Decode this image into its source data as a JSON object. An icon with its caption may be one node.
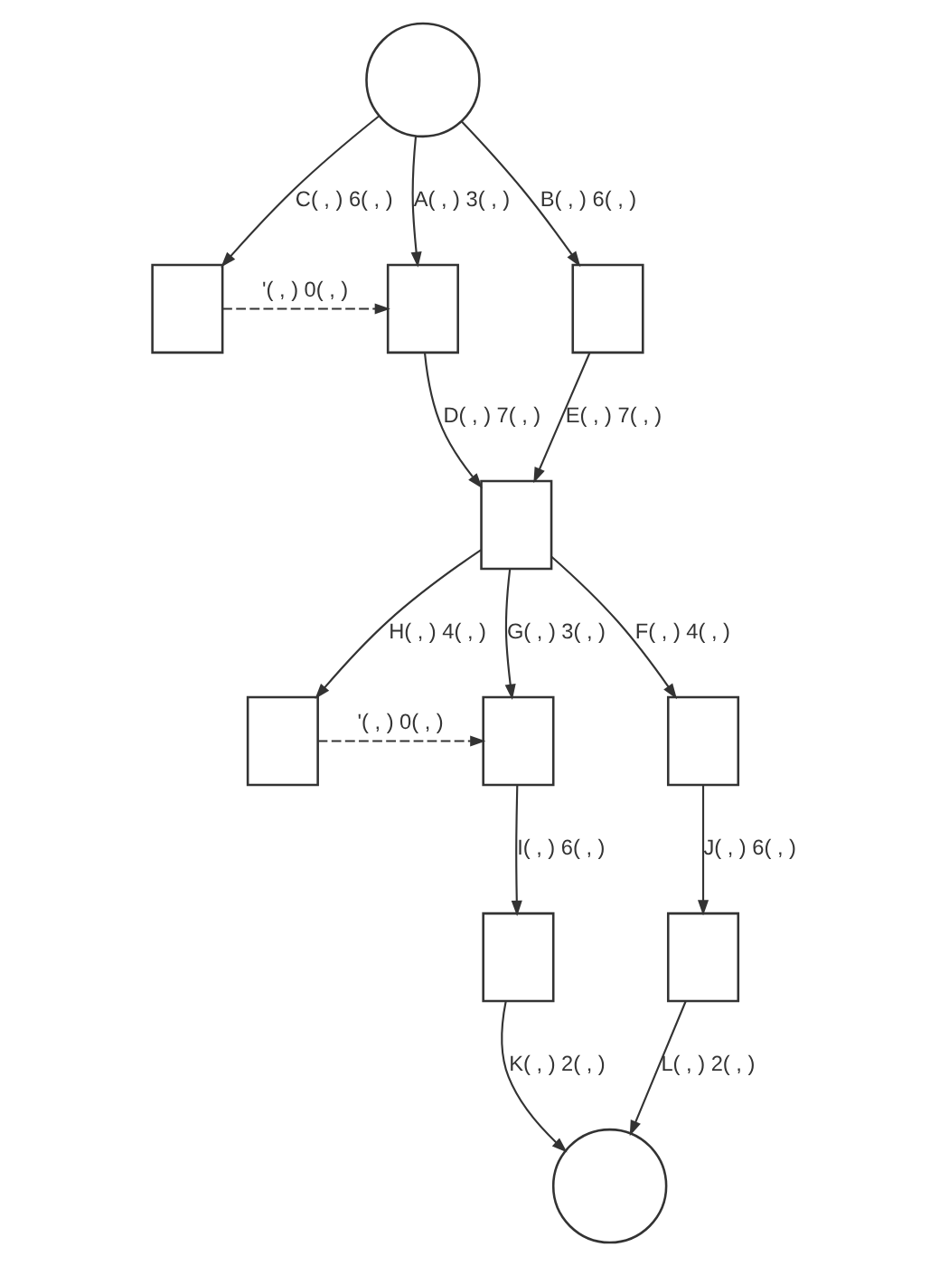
{
  "diagram": {
    "nodes": [
      {
        "text": [],
        "shape": "circle"
      },
      {
        "text": [],
        "shape": "box"
      },
      {
        "text": [],
        "shape": "box"
      },
      {
        "text": [],
        "shape": "box"
      },
      {
        "text": [],
        "shape": "box"
      },
      {
        "text": [],
        "shape": "box"
      },
      {
        "text": [],
        "shape": "box"
      },
      {
        "text": [],
        "shape": "box"
      },
      {
        "text": [],
        "shape": "box"
      },
      {
        "text": [],
        "shape": "box"
      },
      {
        "text": [],
        "shape": "circle"
      }
    ],
    "edges": [
      {
        "from": 0,
        "to": 1,
        "arrow": "to",
        "label": "C( , ) 6( , )"
      },
      {
        "from": 0,
        "to": 2,
        "arrow": "to",
        "label": "A( , ) 3( , )"
      },
      {
        "from": 0,
        "to": 3,
        "arrow": "to",
        "label": "B( , ) 6( , )"
      },
      {
        "from": 1,
        "to": 2,
        "arrow": "to",
        "label": "'( , ) 0( , )",
        "style": "dashed"
      },
      {
        "from": 2,
        "to": 4,
        "arrow": "to",
        "label": "D( , ) 7( , )"
      },
      {
        "from": 3,
        "to": 4,
        "arrow": "to",
        "label": "E( , ) 7( , )"
      },
      {
        "from": 4,
        "to": 5,
        "arrow": "to",
        "label": "H( , ) 4( , )"
      },
      {
        "from": 4,
        "to": 6,
        "arrow": "to",
        "label": "G( , ) 3( , )"
      },
      {
        "from": 4,
        "to": 7,
        "arrow": "to",
        "label": "F( , ) 4( , )"
      },
      {
        "from": 5,
        "to": 6,
        "arrow": "to",
        "label": "'( , ) 0( , )",
        "style": "dashed"
      },
      {
        "from": 6,
        "to": 8,
        "arrow": "to",
        "label": "I( , ) 6( , )"
      },
      {
        "from": 7,
        "to": 9,
        "arrow": "to",
        "label": "J( , ) 6( , )"
      },
      {
        "from": 8,
        "to": 10,
        "arrow": "to",
        "label": "K( , ) 2( , )"
      },
      {
        "from": 9,
        "to": 10,
        "arrow": "to",
        "label": "L( , ) 2( , )"
      }
    ]
  }
}
